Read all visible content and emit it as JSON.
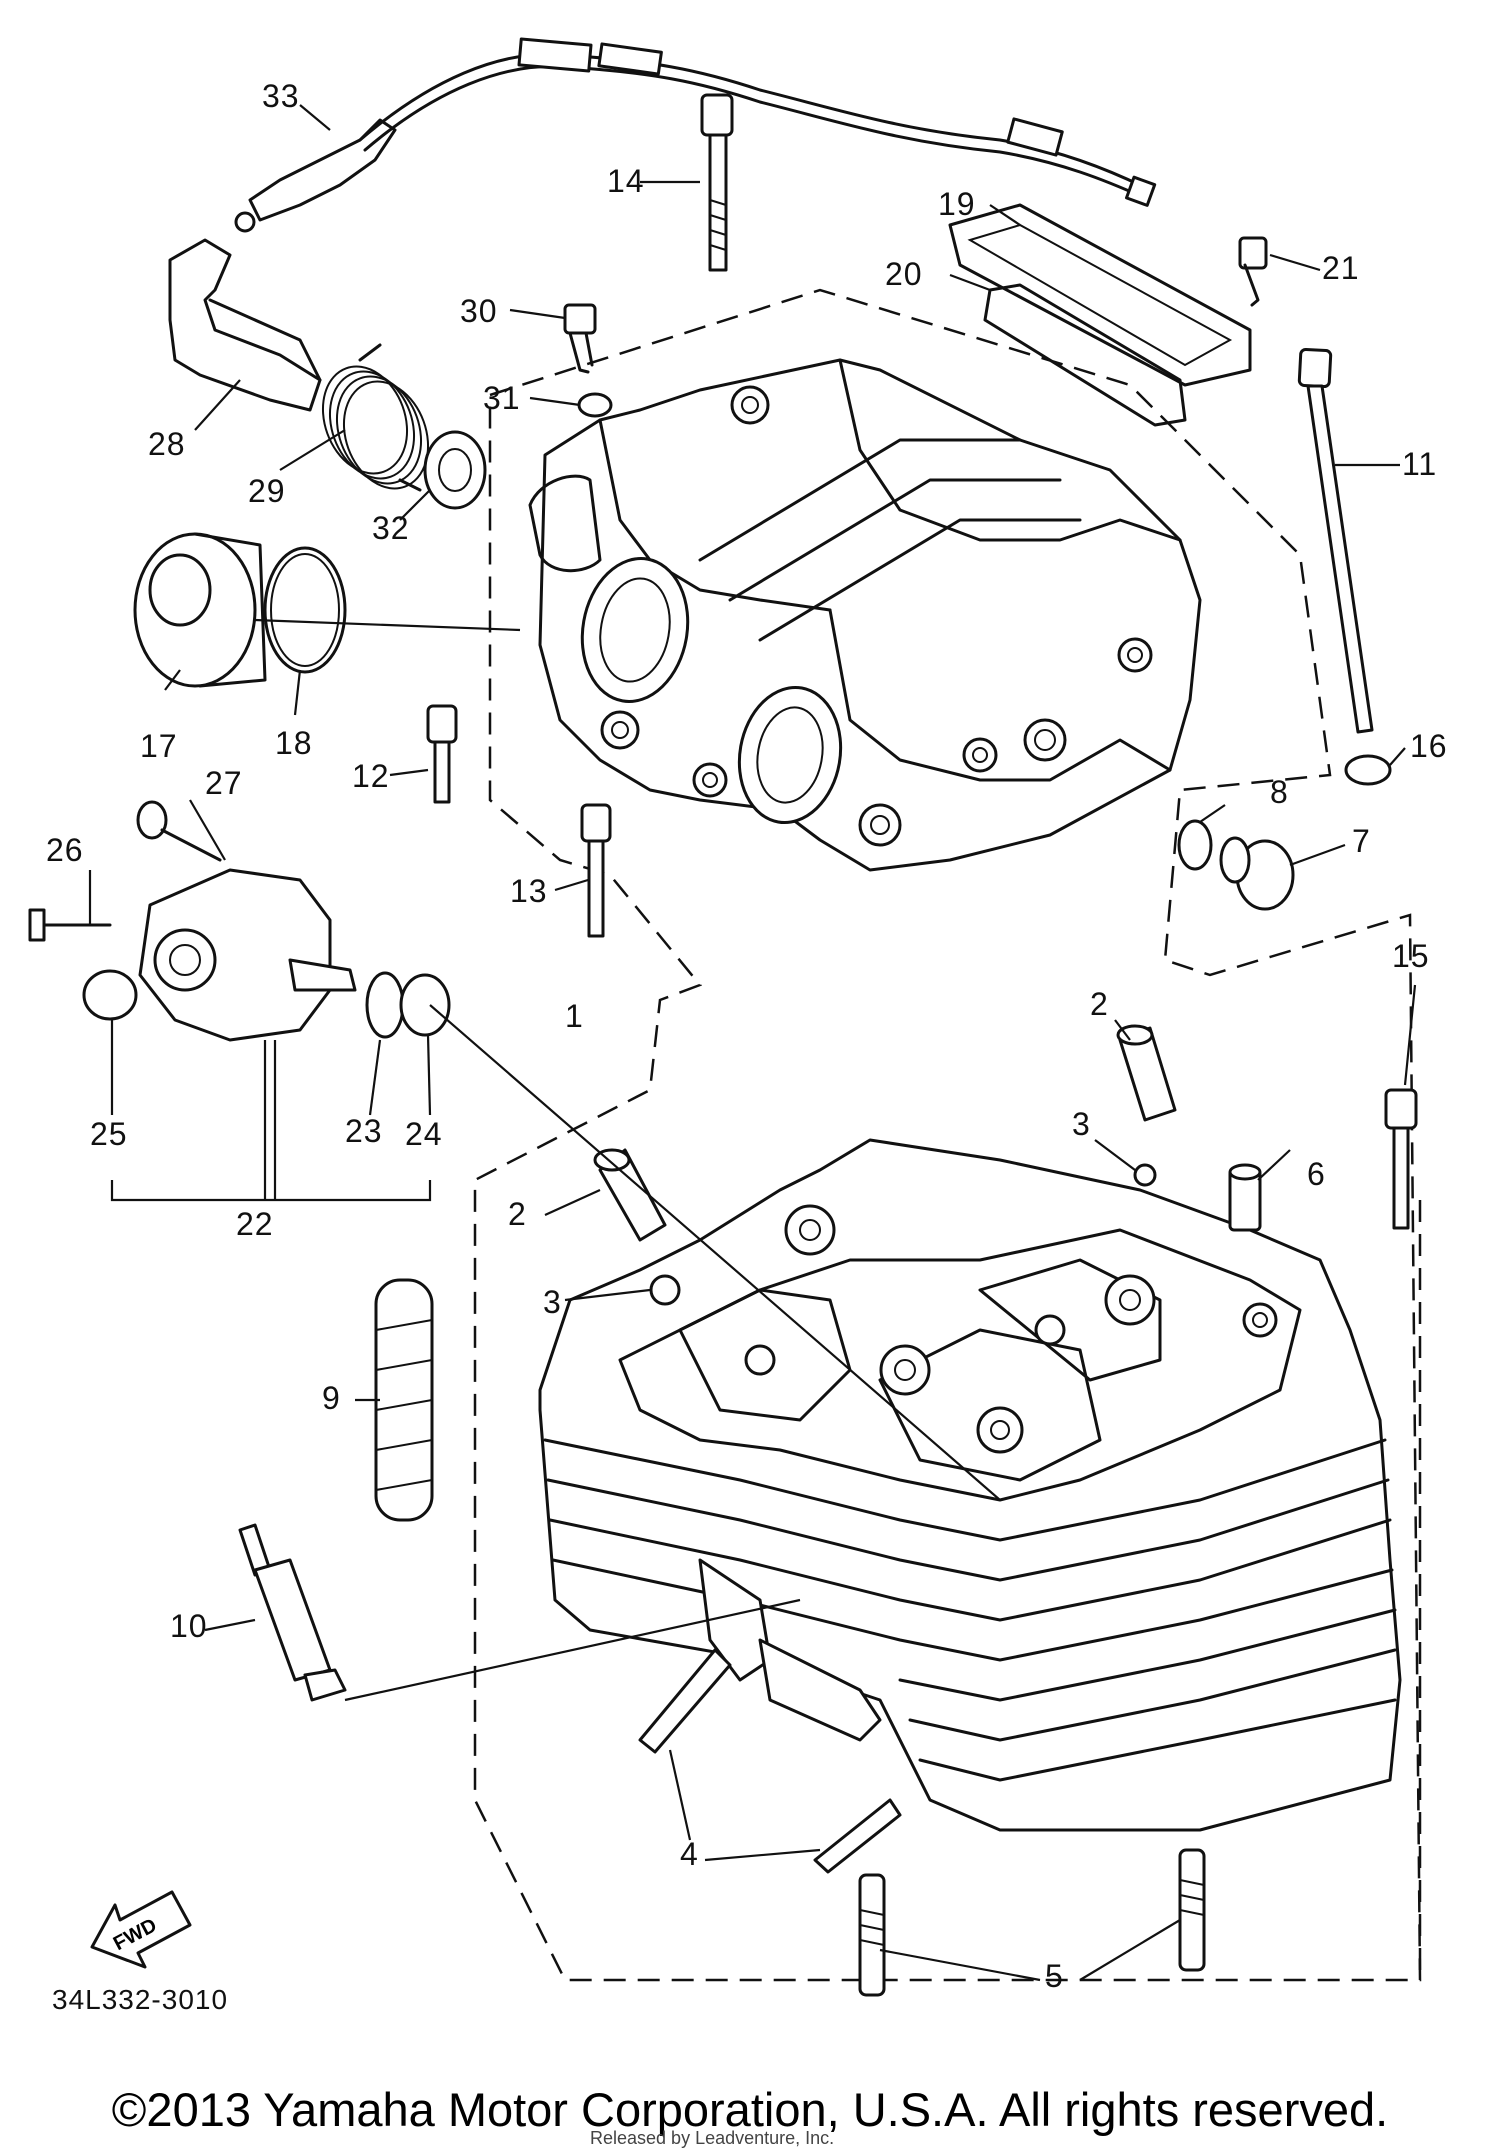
{
  "part_labels": [
    "1",
    "2",
    "2",
    "3",
    "3",
    "4",
    "5",
    "6",
    "7",
    "8",
    "9",
    "10",
    "11",
    "12",
    "13",
    "14",
    "15",
    "16",
    "17",
    "18",
    "19",
    "20",
    "21",
    "22",
    "23",
    "24",
    "25",
    "26",
    "27",
    "28",
    "29",
    "30",
    "31",
    "32",
    "33"
  ],
  "fwd_label": "FWD",
  "drawing_code": "34L332-3010",
  "copyright": "©2013 Yamaha Motor Corporation, U.S.A. All rights reserved.",
  "release_note": "Released by Leadventure, Inc."
}
